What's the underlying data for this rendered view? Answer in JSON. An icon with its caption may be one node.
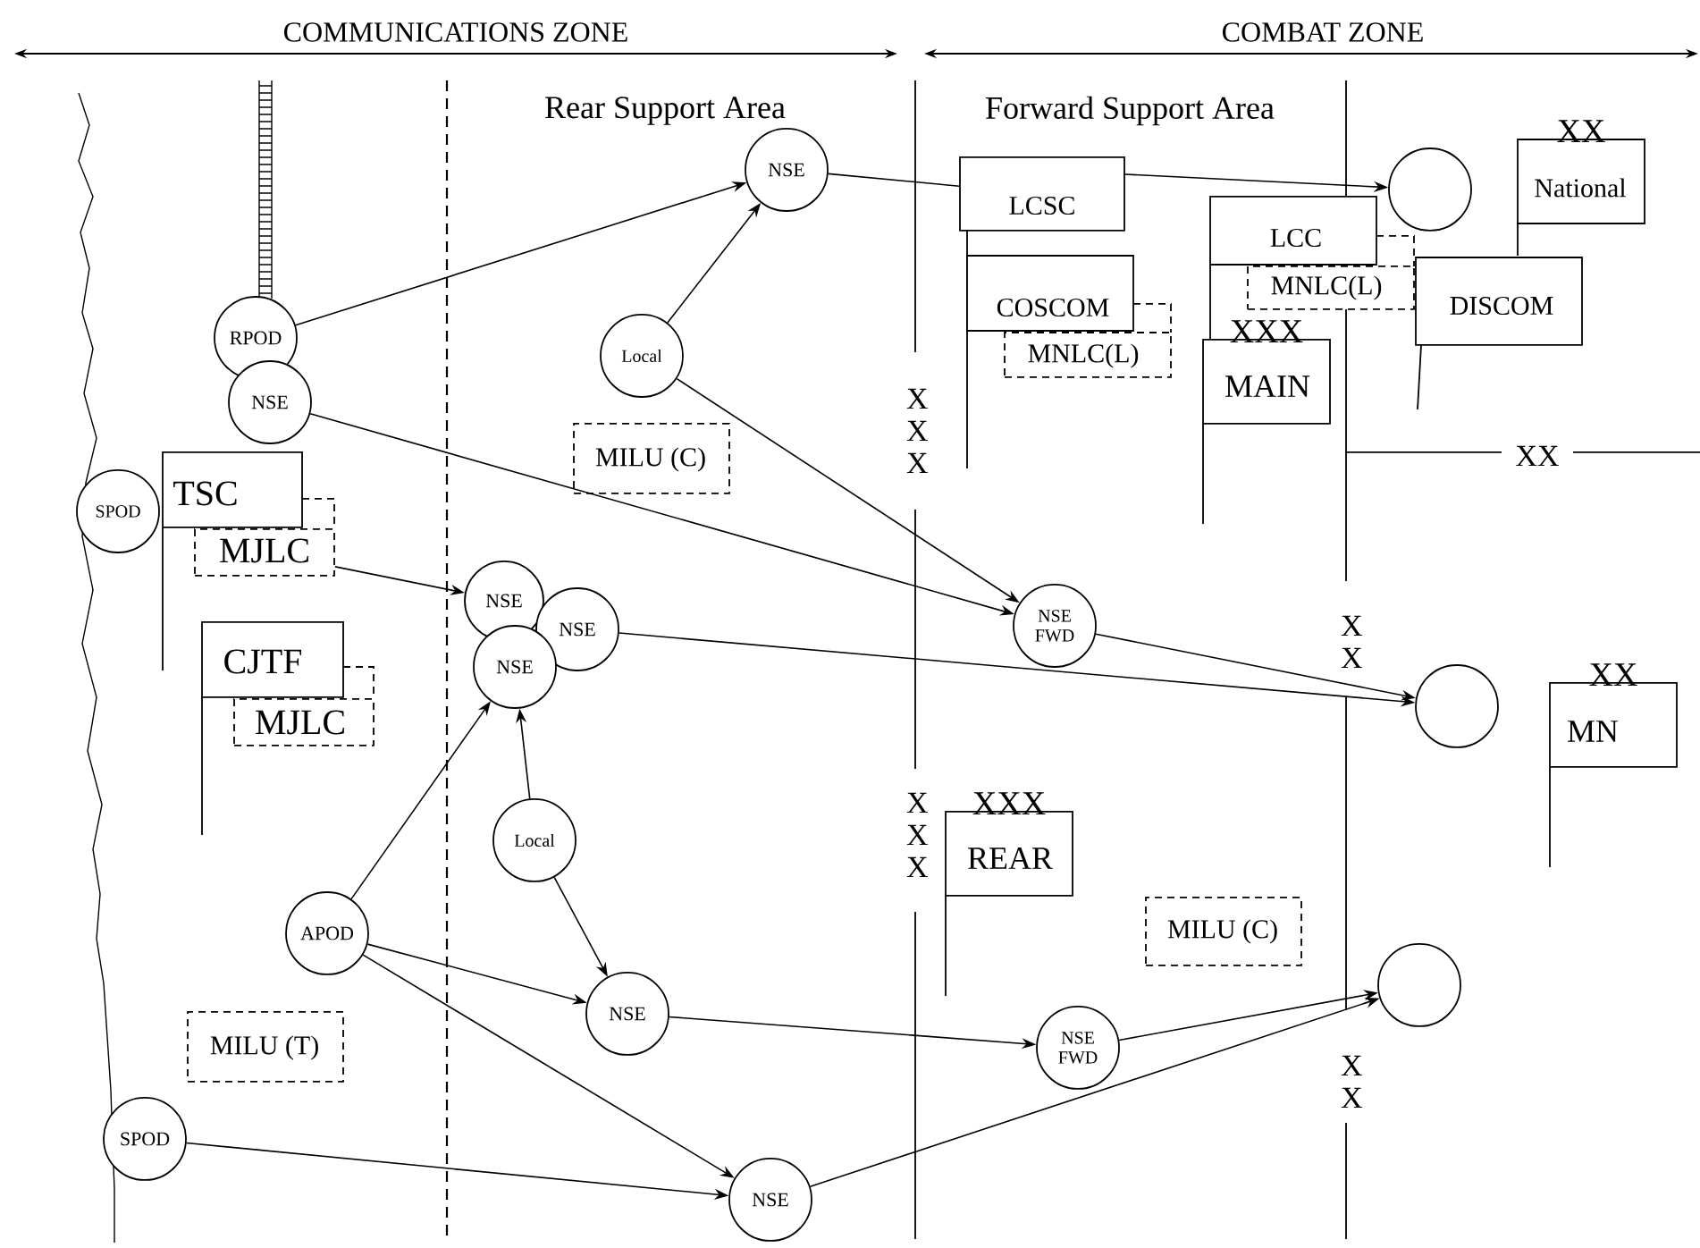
{
  "diagram": {
    "nodes": [
      {
        "text": [
          "RPOD"
        ]
      },
      {
        "text": [
          "NSE"
        ]
      },
      {
        "text": [
          "NSE"
        ]
      },
      {
        "text": [
          "Local"
        ]
      },
      {
        "text": [
          "SPOD"
        ]
      },
      {
        "text": [
          "TSC"
        ]
      },
      {
        "text": [
          "MJLC"
        ]
      },
      {
        "text": [
          "NSE"
        ]
      },
      {
        "text": [
          "NSE"
        ]
      },
      {
        "text": [
          "NSE"
        ]
      },
      {
        "text": [
          "CJTF"
        ]
      },
      {
        "text": [
          "MJLC"
        ]
      },
      {
        "text": [
          "Local"
        ]
      },
      {
        "text": [
          "APOD"
        ]
      },
      {
        "text": [
          "NSE"
        ]
      },
      {
        "text": [
          "MILU (T)"
        ]
      },
      {
        "text": [
          "SPOD"
        ]
      },
      {
        "text": [
          "NSE"
        ]
      },
      {
        "text": [
          "MILU (C)"
        ]
      },
      {
        "text": [
          "LCSC"
        ]
      },
      {
        "text": [
          "COSCOM"
        ]
      },
      {
        "text": [
          "MNLC(L)"
        ]
      },
      {
        "text": [
          "LCC"
        ]
      },
      {
        "text": [
          "MNLC(L)"
        ]
      },
      {
        "text": [
          "MAIN"
        ],
        "beside": [
          "XXX"
        ]
      },
      {
        "text": [
          "DISCOM"
        ]
      },
      {
        "text": [
          "National"
        ],
        "beside": [
          "XX"
        ]
      },
      {
        "text": [],
        "shape": "circle"
      },
      {
        "text": [
          "NSE FWD"
        ]
      },
      {
        "text": [],
        "shape": "circle"
      },
      {
        "text": [
          "MN"
        ],
        "beside": [
          "XX"
        ]
      },
      {
        "text": [
          "REAR"
        ],
        "beside": [
          "XXX"
        ]
      },
      {
        "text": [
          "MILU (C)"
        ]
      },
      {
        "text": [
          "NSE FWD"
        ]
      },
      {
        "text": [],
        "shape": "circle"
      }
    ],
    "edges": [
      {
        "from": 0,
        "to": 2,
        "arrow": "to"
      },
      {
        "from": 3,
        "to": 2,
        "arrow": "to"
      },
      {
        "from": 2,
        "to": 19,
        "arrow": "none"
      },
      {
        "from": 19,
        "to": 27,
        "arrow": "to"
      },
      {
        "from": 3,
        "to": 28,
        "arrow": "to"
      },
      {
        "from": 1,
        "to": 28,
        "arrow": "to"
      },
      {
        "from": 6,
        "to": 7,
        "arrow": "to"
      },
      {
        "from": 8,
        "to": 29,
        "arrow": "to"
      },
      {
        "from": 28,
        "to": 29,
        "arrow": "to"
      },
      {
        "from": 13,
        "to": 9,
        "arrow": "to"
      },
      {
        "from": 12,
        "to": 9,
        "arrow": "to"
      },
      {
        "from": 12,
        "to": 14,
        "arrow": "to"
      },
      {
        "from": 13,
        "to": 14,
        "arrow": "to"
      },
      {
        "from": 13,
        "to": 17,
        "arrow": "to"
      },
      {
        "from": 16,
        "to": 17,
        "arrow": "to"
      },
      {
        "from": 14,
        "to": 33,
        "arrow": "to"
      },
      {
        "from": 33,
        "to": 34,
        "arrow": "to"
      },
      {
        "from": 17,
        "to": 34,
        "arrow": "to"
      }
    ],
    "labels": [
      "COMMUNICATIONS ZONE",
      "COMBAT ZONE",
      "Rear Support Area",
      "Forward Support Area",
      "X X X",
      "XX",
      "X X",
      "X X X",
      "X X"
    ]
  }
}
